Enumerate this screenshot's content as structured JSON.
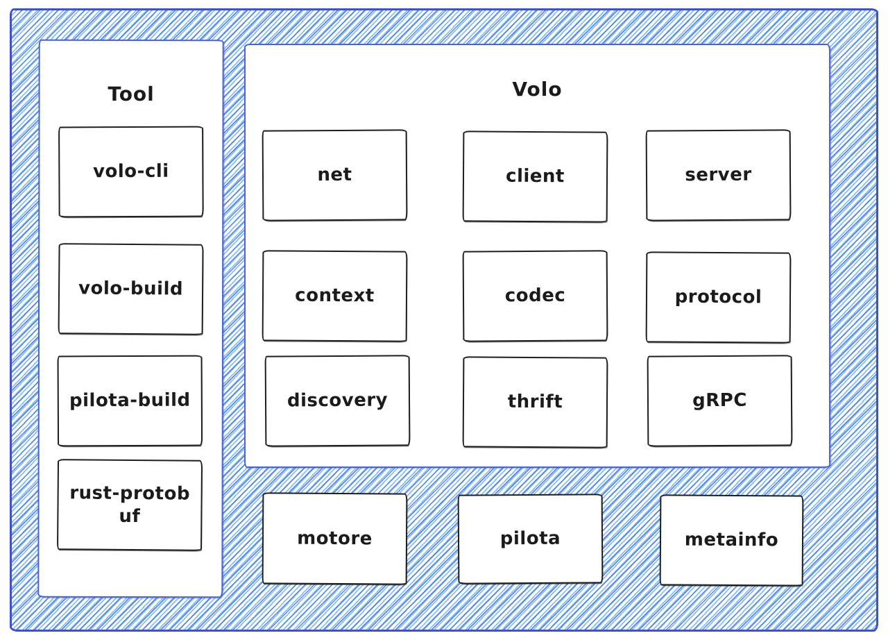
{
  "tool": {
    "title": "Tool",
    "items": [
      "volo-cli",
      "volo-build",
      "pilota-build",
      "rust-protobuf"
    ]
  },
  "volo": {
    "title": "Volo",
    "items": [
      "net",
      "client",
      "server",
      "context",
      "codec",
      "protocol",
      "discovery",
      "thrift",
      "gRPC"
    ]
  },
  "standalone": {
    "items": [
      "motore",
      "pilota",
      "metainfo"
    ]
  },
  "theme": {
    "frame_border": "#4152c8",
    "panel_border": "#4c63d2",
    "hatch_primary": "#4f8ae8",
    "hatch_secondary": "#8fbdf2",
    "node_border": "#1e1e1e",
    "ink": "#1b1b1b"
  }
}
